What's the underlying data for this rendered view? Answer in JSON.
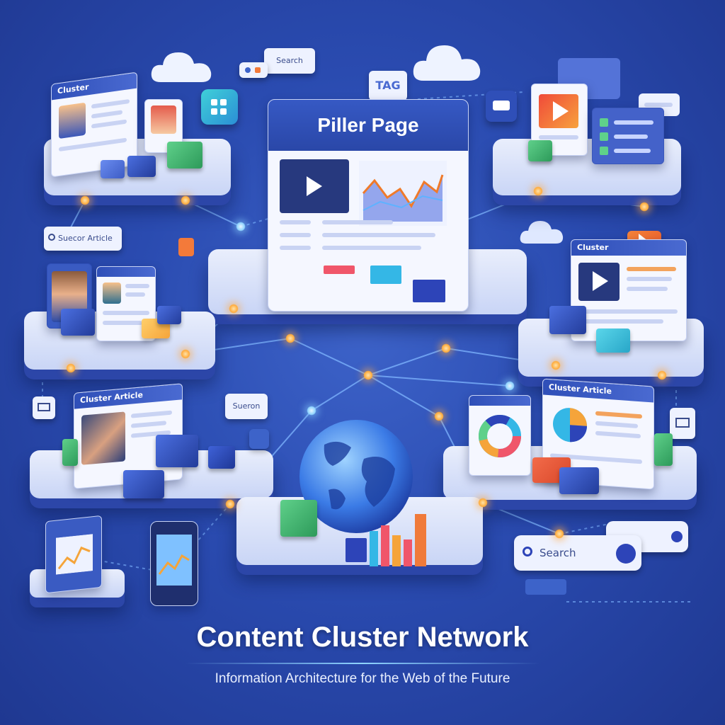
{
  "title": "Content Cluster Network",
  "subtitle": "Information Architecture for the Web of the Future",
  "pillar": {
    "heading": "Piller Page"
  },
  "cards": {
    "top_left": "Cluster",
    "mid_left": "Suecor Article",
    "mid_right": "Cluster",
    "low_left": "Cluster   Article",
    "low_right": "Cluster Article"
  },
  "tags": {
    "search_top": "Search",
    "tag": "TAG",
    "search_mid": "Sueron",
    "search_bottom": "Search"
  },
  "colors": {
    "background": "#2a4bb0",
    "accent_orange": "#ff9a3c",
    "accent_blue": "#2f4fb8"
  }
}
